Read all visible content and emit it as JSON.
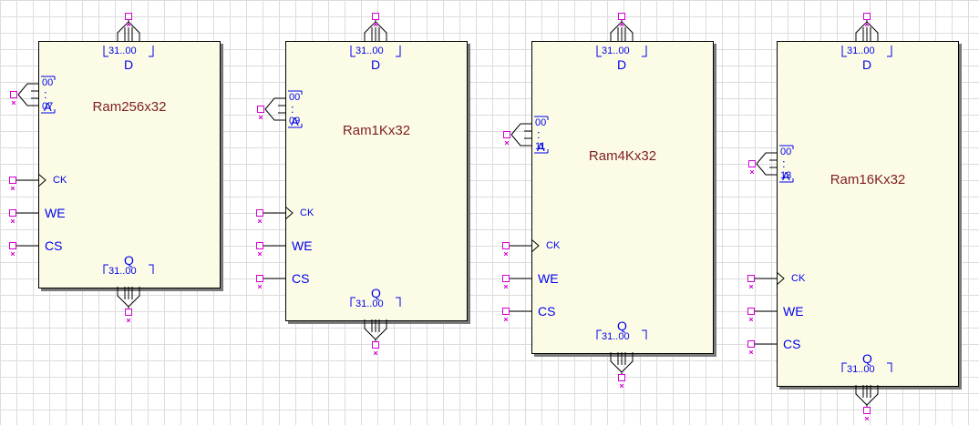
{
  "components": [
    {
      "name": "Ram256x32",
      "data_bus": {
        "label": "D",
        "range": "31..00"
      },
      "addr_bus": {
        "label": ": A",
        "high": "07",
        "low": "00"
      },
      "out_bus": {
        "label": "Q",
        "range": "31..00"
      },
      "ports": [
        "CK",
        "WE",
        "CS"
      ]
    },
    {
      "name": "Ram1Kx32",
      "data_bus": {
        "label": "D",
        "range": "31..00"
      },
      "addr_bus": {
        "label": ": A",
        "high": "09",
        "low": "00"
      },
      "out_bus": {
        "label": "Q",
        "range": "31..00"
      },
      "ports": [
        "CK",
        "WE",
        "CS"
      ]
    },
    {
      "name": "Ram4Kx32",
      "data_bus": {
        "label": "D",
        "range": "31..00"
      },
      "addr_bus": {
        "label": ": A",
        "high": "11",
        "low": "00"
      },
      "out_bus": {
        "label": "Q",
        "range": "31..00"
      },
      "ports": [
        "CK",
        "WE",
        "CS"
      ]
    },
    {
      "name": "Ram16Kx32",
      "data_bus": {
        "label": "D",
        "range": "31..00"
      },
      "addr_bus": {
        "label": ": A",
        "high": "13",
        "low": "00"
      },
      "out_bus": {
        "label": "Q",
        "range": "31..00"
      },
      "ports": [
        "CK",
        "WE",
        "CS"
      ]
    }
  ],
  "colors": {
    "box_fill": "#fcfce6",
    "name_text": "#7f1e1e",
    "port_text": "#0000ee",
    "pin": "#d400d4",
    "wire": "#000000"
  }
}
